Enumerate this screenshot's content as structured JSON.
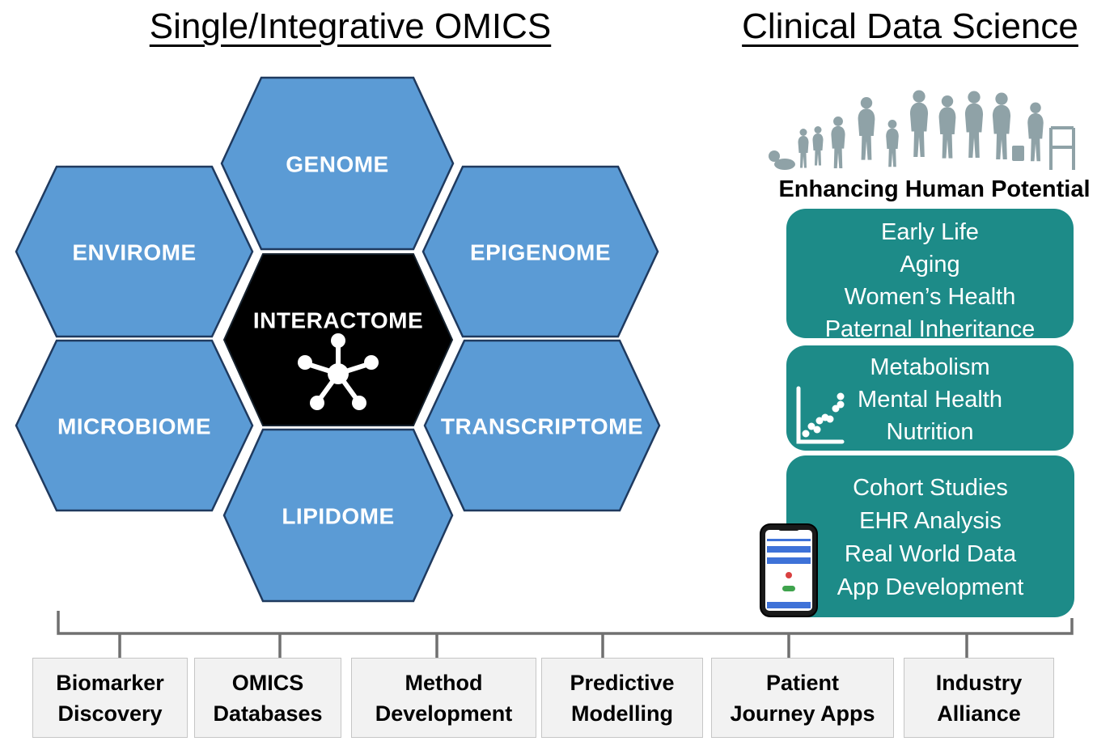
{
  "omics_section": {
    "title": "Single/Integrative OMICS",
    "hexagons": [
      {
        "label": "GENOME"
      },
      {
        "label": "ENVIROME"
      },
      {
        "label": "EPIGENOME"
      },
      {
        "label": "INTERACTOME",
        "icon": "network-hub-icon"
      },
      {
        "label": "MICROBIOME"
      },
      {
        "label": "TRANSCRIPTOME"
      },
      {
        "label": "LIPIDOME"
      }
    ],
    "colors": {
      "hex_fill": "#5B9BD5",
      "hex_border": "#1F3A5F",
      "center_fill": "#000000",
      "label_text": "#FFFFFF"
    }
  },
  "clinical_section": {
    "title": "Clinical Data Science",
    "graphic": "population-lifespan-silhouettes",
    "caption": "Enhancing Human Potential",
    "cards": [
      {
        "lines": [
          "Early Life",
          "Aging",
          "Women’s Health",
          "Paternal Inheritance"
        ]
      },
      {
        "icon": "scatter-plot-icon",
        "lines": [
          "Metabolism",
          "Mental Health",
          "Nutrition"
        ]
      },
      {
        "icon": "smartphone-app-icon",
        "lines": [
          "Cohort Studies",
          "EHR Analysis",
          "Real World Data",
          "App Development"
        ]
      }
    ],
    "colors": {
      "card_fill": "#1D8B88",
      "card_text": "#FFFFFF",
      "silhouette": "#8FA2A7"
    }
  },
  "pillars": {
    "boxes": [
      {
        "lines": [
          "Biomarker",
          "Discovery"
        ]
      },
      {
        "lines": [
          "OMICS",
          "Databases"
        ]
      },
      {
        "lines": [
          "Method",
          "Development"
        ]
      },
      {
        "lines": [
          "Predictive",
          "Modelling"
        ]
      },
      {
        "lines": [
          "Patient",
          "Journey Apps"
        ]
      },
      {
        "lines": [
          "Industry",
          "Alliance"
        ]
      }
    ],
    "colors": {
      "box_fill": "#F2F2F2",
      "box_border": "#C6C6C6",
      "connector": "#707070"
    }
  }
}
